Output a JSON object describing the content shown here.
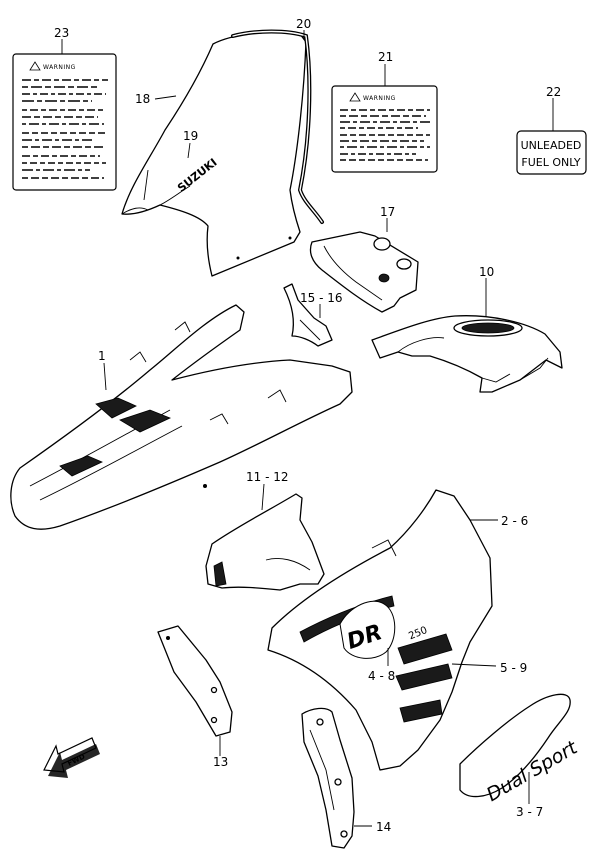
{
  "callouts": {
    "c1": "1",
    "c2_6": "2 - 6",
    "c3_7": "3 - 7",
    "c4_8": "4 - 8",
    "c5_9": "5 - 9",
    "c10": "10",
    "c11_12": "11 - 12",
    "c13": "13",
    "c14": "14",
    "c15_16": "15 - 16",
    "c17": "17",
    "c18": "18",
    "c19": "19",
    "c20": "20",
    "c21": "21",
    "c22": "22",
    "c23": "23"
  },
  "labels": {
    "warning_23": "WARNING",
    "warning_21": "WARNING",
    "fuel_line1": "UNLEADED",
    "fuel_line2": "FUEL ONLY",
    "windscreen_logo": "SUZUKI",
    "emblem_dr": "DR",
    "emblem_250": "250",
    "decal_script": "Dual Sport",
    "fwd": "FWD"
  }
}
